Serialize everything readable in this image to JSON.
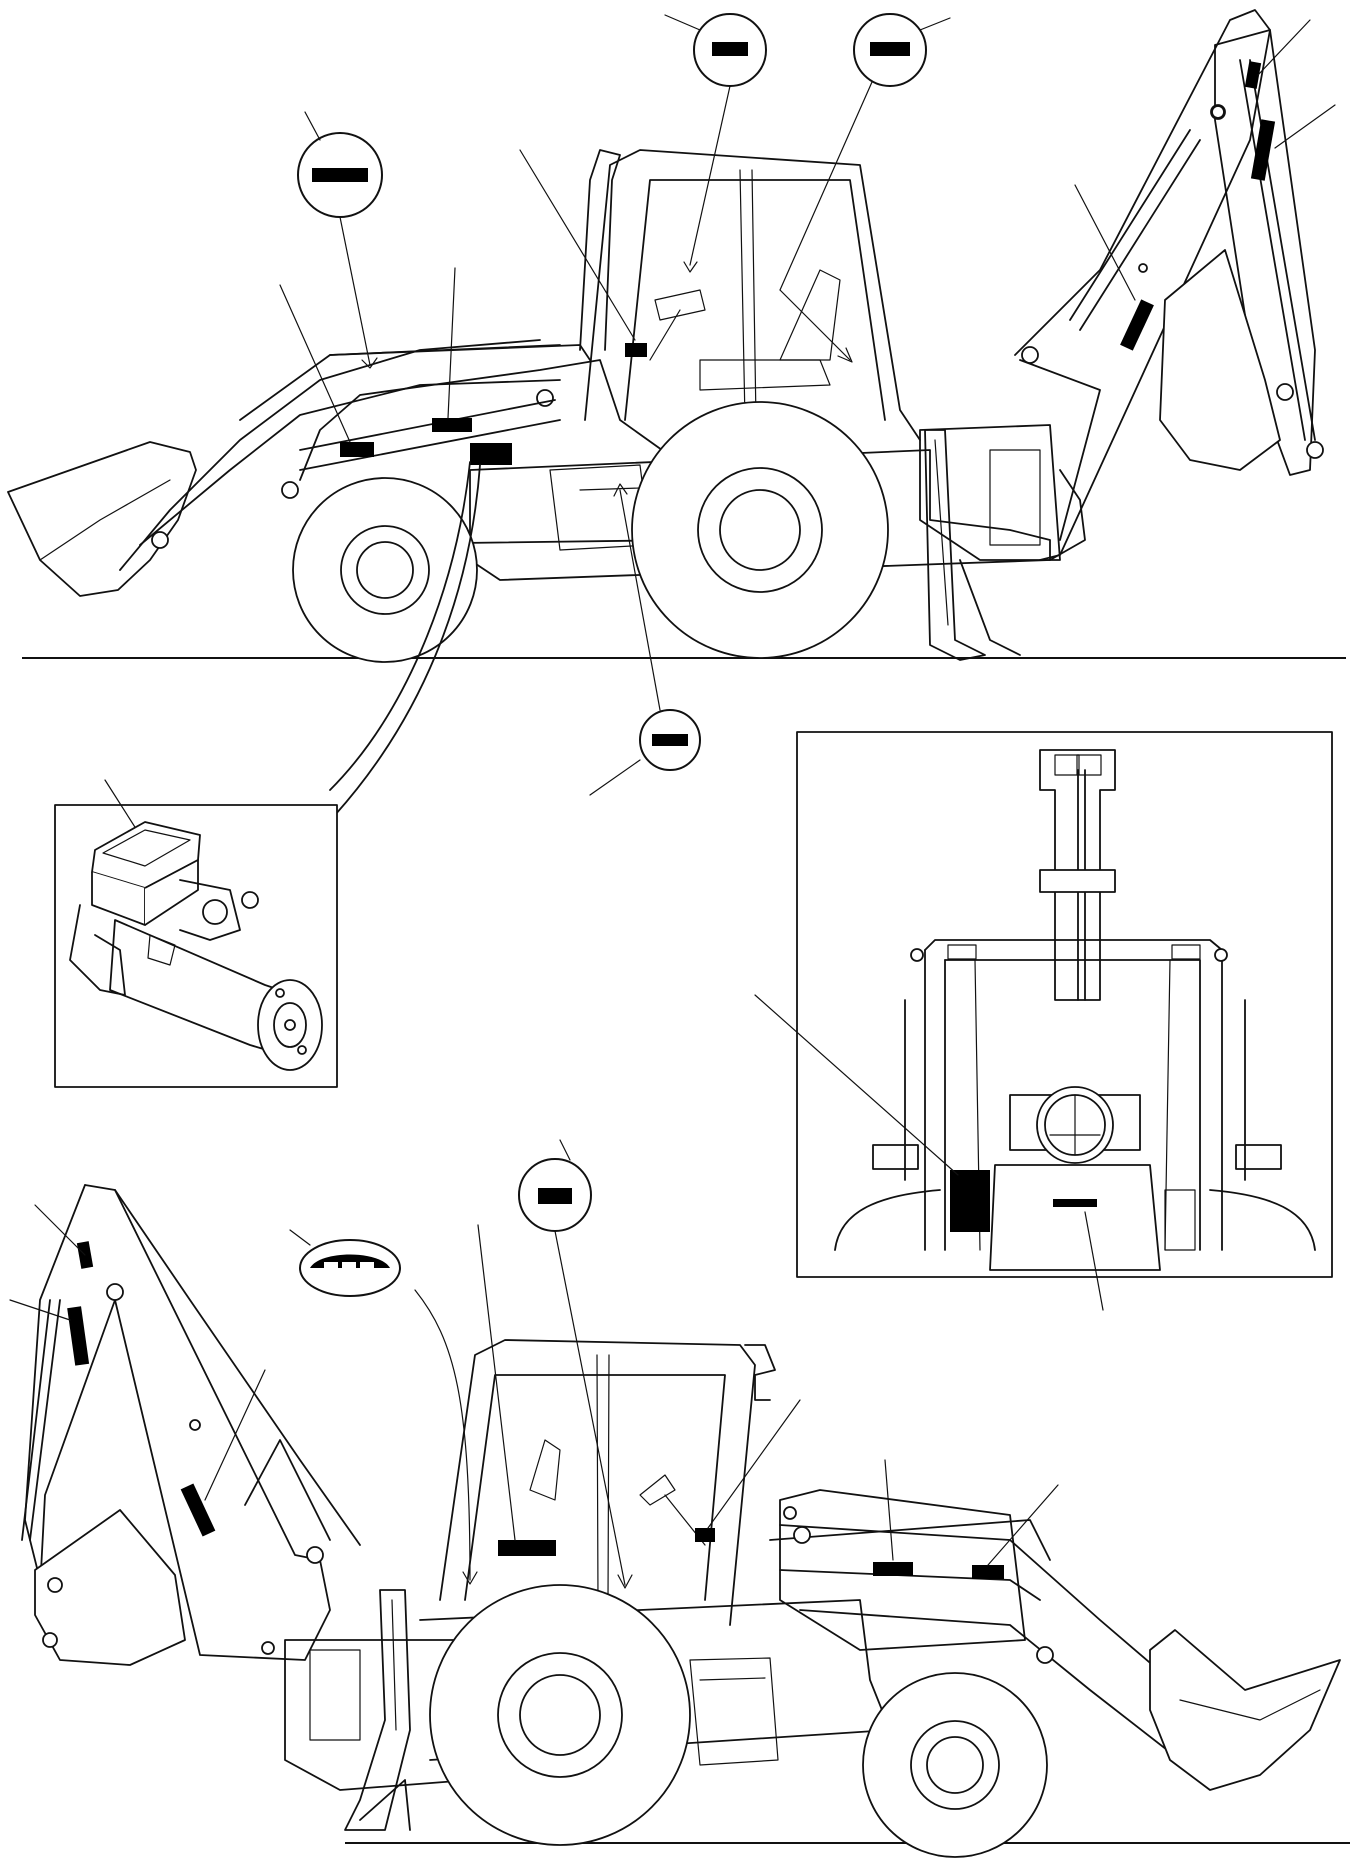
{
  "diagram": {
    "views": [
      "side-view-left",
      "detail-starter-motor",
      "rear-view-cab",
      "side-view-right"
    ],
    "label_callouts": 22,
    "colors": {
      "line": "#111111",
      "decal": "#000000",
      "background": "#ffffff"
    }
  }
}
